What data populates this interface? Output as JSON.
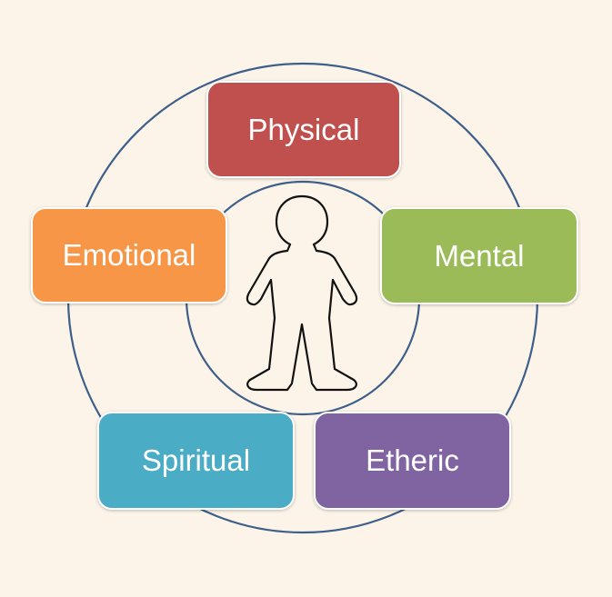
{
  "colors": {
    "background": "#fcf4e8",
    "ring": "#3e5f8a",
    "physical": "#c0504d",
    "emotional": "#f79646",
    "mental": "#9bbb59",
    "spiritual": "#4bacc6",
    "etheric": "#8064a2",
    "label": "#ffffff",
    "figure_outline": "#111111"
  },
  "icons": {
    "center": "human-figure-outline-icon"
  },
  "boxes": {
    "physical": {
      "label": "Physical"
    },
    "emotional": {
      "label": "Emotional"
    },
    "mental": {
      "label": "Mental"
    },
    "spiritual": {
      "label": "Spiritual"
    },
    "etheric": {
      "label": "Etheric"
    }
  }
}
